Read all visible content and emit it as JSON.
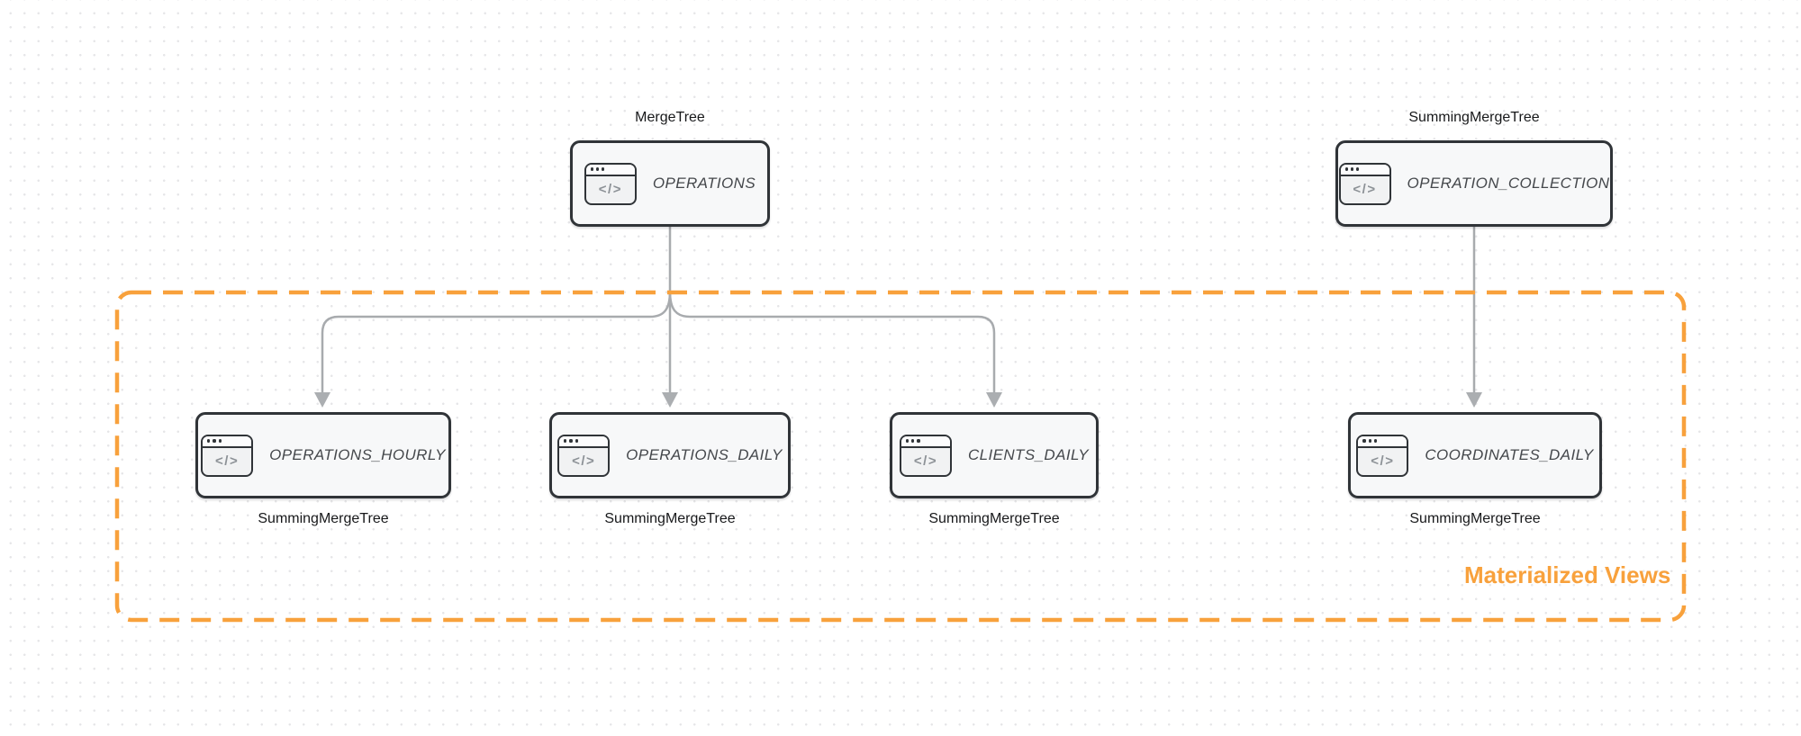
{
  "diagram": {
    "group_label": "Materialized Views",
    "colors": {
      "accent_orange": "#f8a13c",
      "arrow_gray": "#a8abae",
      "node_border": "#303438",
      "node_fill": "#f7f8f9"
    }
  },
  "icon": {
    "name": "code-window-icon",
    "glyph": "</>"
  },
  "nodes": [
    {
      "table": "OPERATIONS",
      "engine": "MergeTree"
    },
    {
      "table": "OPERATION_COLLECTION",
      "engine": "SummingMergeTree"
    },
    {
      "table": "OPERATIONS_HOURLY",
      "engine": "SummingMergeTree"
    },
    {
      "table": "OPERATIONS_DAILY",
      "engine": "SummingMergeTree"
    },
    {
      "table": "CLIENTS_DAILY",
      "engine": "SummingMergeTree"
    },
    {
      "table": "COORDINATES_DAILY",
      "engine": "SummingMergeTree"
    }
  ],
  "edges": [
    {
      "from": "OPERATIONS",
      "to": "OPERATIONS_HOURLY"
    },
    {
      "from": "OPERATIONS",
      "to": "OPERATIONS_DAILY"
    },
    {
      "from": "OPERATIONS",
      "to": "CLIENTS_DAILY"
    },
    {
      "from": "OPERATION_COLLECTION",
      "to": "COORDINATES_DAILY"
    }
  ]
}
